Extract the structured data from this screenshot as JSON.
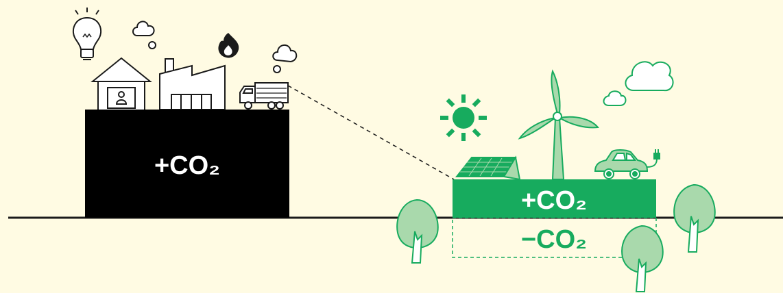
{
  "colors": {
    "background": "#fffbe3",
    "black_block": "#000000",
    "green_block": "#17ab5e",
    "light_green": "#a9d9ac",
    "line": "#1a1a1a",
    "white": "#ffffff"
  },
  "left_block": {
    "label": "+CO₂"
  },
  "right_block": {
    "emission_label": "+CO₂",
    "absorption_label": "−CO₂"
  },
  "icons": [
    "light-bulb-icon",
    "smoke-cloud-icon",
    "flame-icon",
    "house-icon",
    "factory-icon",
    "truck-icon",
    "sun-icon",
    "solar-panel-icon",
    "wind-turbine-icon",
    "electric-car-icon",
    "cloud-icon",
    "tree-icon"
  ]
}
